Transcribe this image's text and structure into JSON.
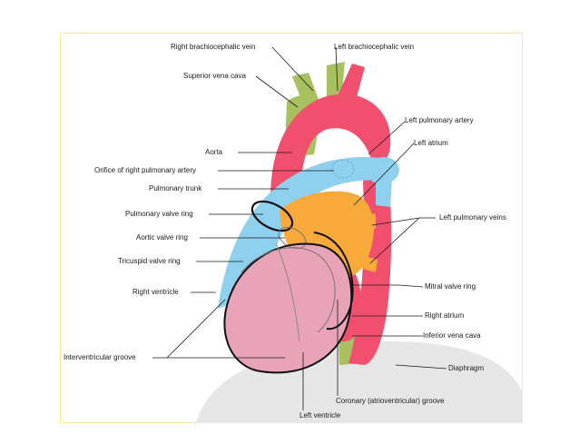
{
  "labels": {
    "right_brachiocephalic_vein": "Right brachiocephalic vein",
    "left_brachiocephalic_vein": "Left brachiocephalic vein",
    "superior_vena_cava": "Superior vena cava",
    "left_pulmonary_artery": "Left pulmonary artery",
    "left_atrium": "Left atrium",
    "aorta": "Aorta",
    "orifice_right_pulmonary_artery": "Orifice of right pulmonary artery",
    "pulmonary_trunk": "Pulmonary trunk",
    "pulmonary_valve_ring": "Pulmonary valve ring",
    "left_pulmonary_veins": "Left pulmonary veins",
    "aortic_valve_ring": "Aortic valve ring",
    "tricuspid_valve_ring": "Tricuspid valve ring",
    "right_ventricle": "Right ventricle",
    "mitral_valve_ring": "Mitral valve ring",
    "right_atrium": "Right atrium",
    "inferior_vena_cava": "Inferior vena cava",
    "interventricular_groove": "Interventricular groove",
    "diaphragm": "Diaphragm",
    "coronary_groove": "Coronary (atrioventricular) groove",
    "left_ventricle": "Left ventricle"
  },
  "colors": {
    "aorta": "#f0506e",
    "pulmonary": "#8fd0ef",
    "left_atrium": "#f7a93a",
    "ventricle": "#e9a3b8",
    "vena_cava": "#a8c060",
    "diaphragm": "#e6e6e6",
    "frame": "#f2ef9c"
  }
}
